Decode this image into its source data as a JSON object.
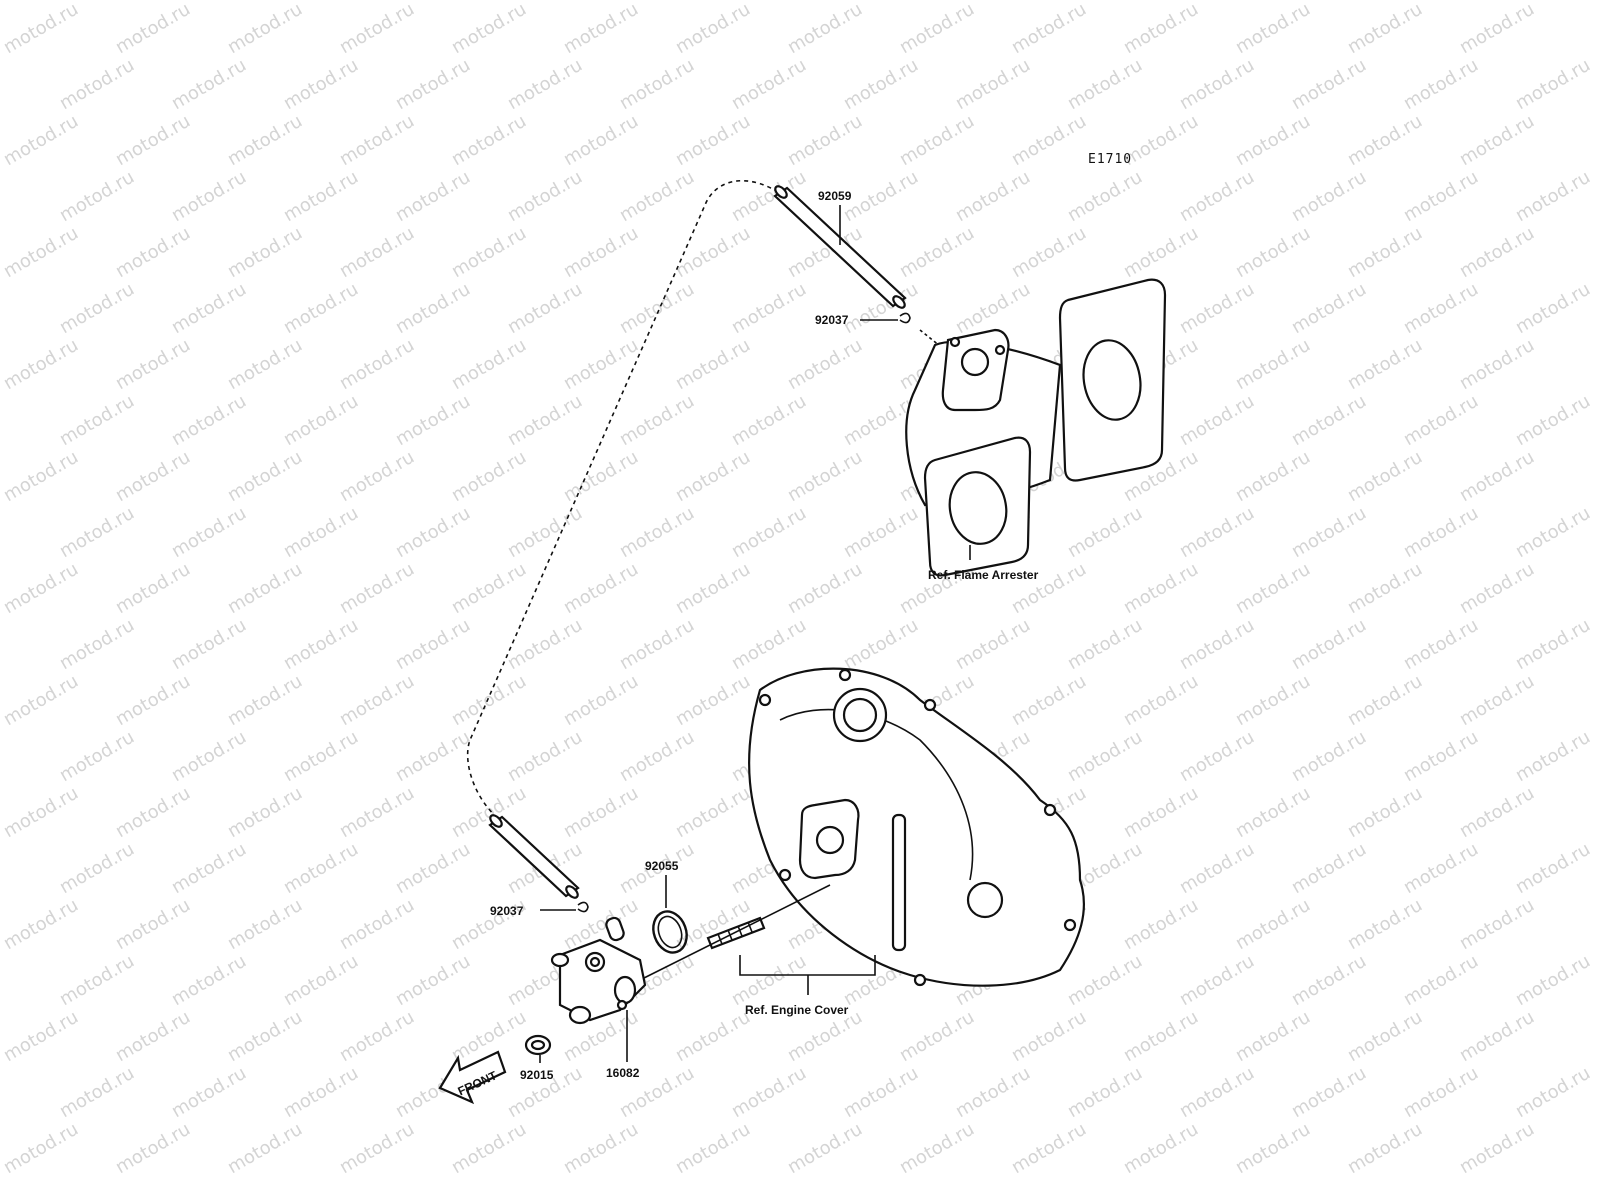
{
  "diagram_code": "E1710",
  "watermark_text": "motod.ru",
  "parts": {
    "hose_upper": "92059",
    "clamp_upper": "92037",
    "clamp_lower": "92037",
    "o_ring": "92055",
    "plug": "92015",
    "fitting": "16082"
  },
  "references": {
    "flame_arrester": "Ref. Flame Arrester",
    "engine_cover": "Ref. Engine Cover"
  },
  "front_arrow_label": "FRONT"
}
